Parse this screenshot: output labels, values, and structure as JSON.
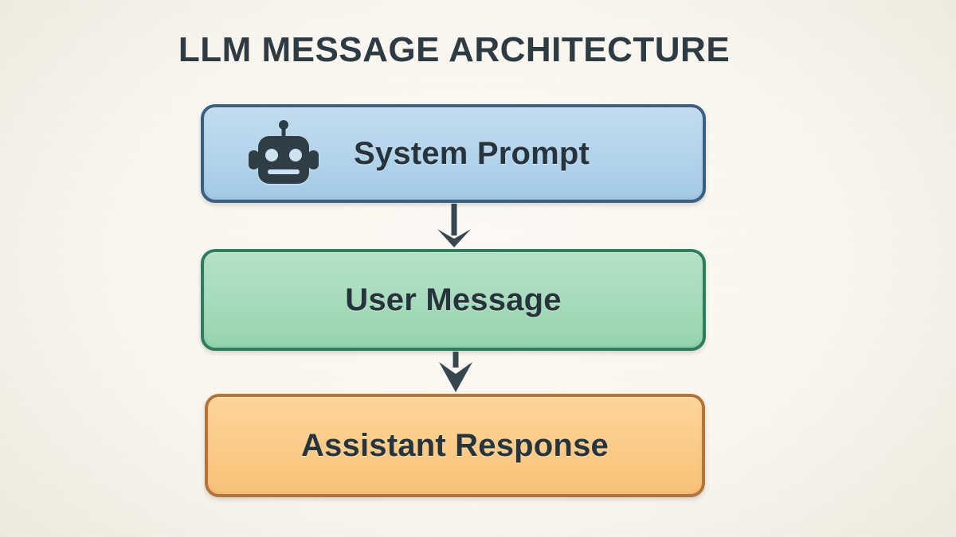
{
  "page": {
    "title": "LLM MESSAGE ARCHITECTURE",
    "background_color": "#faf7f0",
    "title_color": "#2f3b43"
  },
  "diagram": {
    "type": "flowchart",
    "orientation": "vertical-top-down",
    "nodes": [
      {
        "id": "system-prompt",
        "label": "System Prompt",
        "icon": "robot-icon",
        "fill_color": "#b5d5ec",
        "border_color": "#3b5f80",
        "text_color": "#27343c"
      },
      {
        "id": "user-message",
        "label": "User Message",
        "icon": null,
        "fill_color": "#a6dcbb",
        "border_color": "#2e7d5f",
        "text_color": "#27343c"
      },
      {
        "id": "assistant-response",
        "label": "Assistant Response",
        "icon": null,
        "fill_color": "#fbcc88",
        "border_color": "#b5733a",
        "text_color": "#27343c"
      }
    ],
    "connectors": [
      {
        "id": "system-to-user",
        "from": "system-prompt",
        "to": "user-message",
        "style": "arrow-down",
        "color": "#37474f"
      },
      {
        "id": "user-to-assistant",
        "from": "user-message",
        "to": "assistant-response",
        "style": "arrow-down",
        "color": "#37474f"
      }
    ]
  }
}
